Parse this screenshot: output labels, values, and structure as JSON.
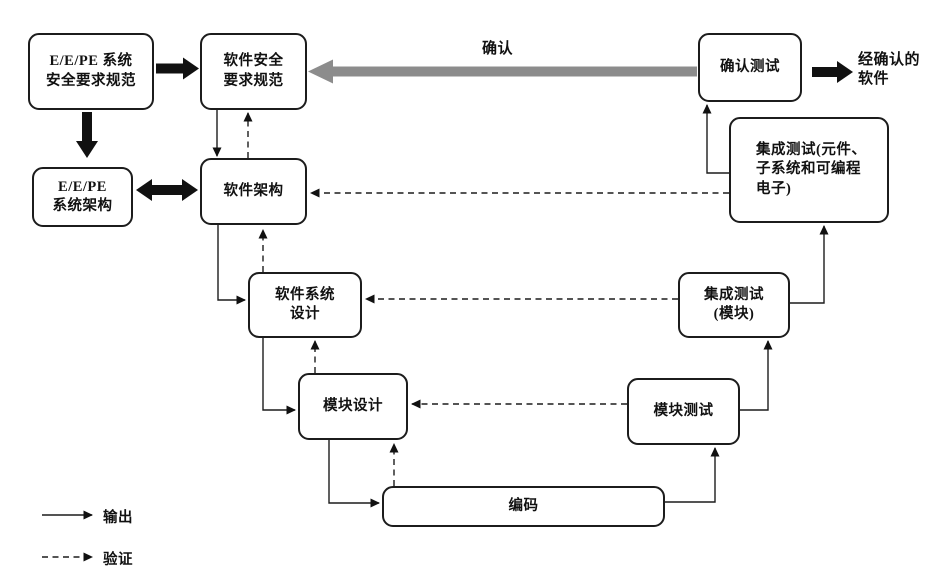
{
  "diagram": {
    "boxes": {
      "ee_pe_system_safety_req": {
        "lines": [
          "E/E/PE 系统",
          "安全要求规范"
        ]
      },
      "software_safety_req": {
        "lines": [
          "软件安全",
          "要求规范"
        ]
      },
      "ee_pe_system_arch": {
        "lines": [
          "E/E/PE",
          "系统架构"
        ]
      },
      "software_arch": {
        "lines": [
          "软件架构"
        ]
      },
      "software_system_design": {
        "lines": [
          "软件系统",
          "设计"
        ]
      },
      "module_design": {
        "lines": [
          "模块设计"
        ]
      },
      "coding": {
        "lines": [
          "编码"
        ]
      },
      "module_test": {
        "lines": [
          "模块测试"
        ]
      },
      "integration_test_module": {
        "lines": [
          "集成测试",
          "(模块)"
        ]
      },
      "integration_test_pe": {
        "lines": [
          "集成测试(元件、",
          "子系统和可编程",
          "电子)"
        ]
      },
      "validation_test": {
        "lines": [
          "确认测试"
        ]
      }
    },
    "labels": {
      "validation_arrow": "确认",
      "validated_software": [
        "经确认的",
        "软件"
      ]
    },
    "legend": {
      "output": "输出",
      "verification": "验证"
    },
    "colors": {
      "box_border": "#1c1c1c",
      "thick_arrow": "#111111",
      "validation_arrow_gray": "#8c8c8c",
      "background": "#ffffff"
    }
  }
}
